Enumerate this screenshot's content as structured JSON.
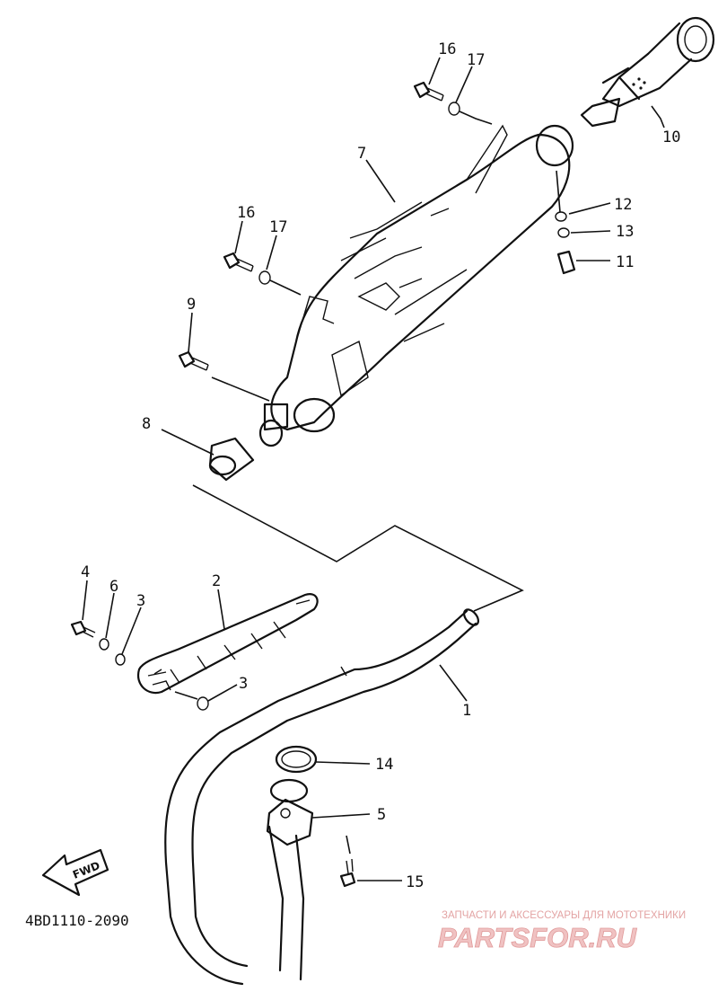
{
  "diagram": {
    "drawing_code": "4BD1110-2090",
    "direction_label": "FWD",
    "callouts": [
      "1",
      "2",
      "3",
      "3",
      "4",
      "5",
      "6",
      "7",
      "8",
      "9",
      "10",
      "11",
      "12",
      "13",
      "14",
      "15",
      "16",
      "16",
      "17",
      "17"
    ]
  },
  "watermark": {
    "tagline": "ЗАПЧАСТИ И АКСЕССУАРЫ ДЛЯ МОТОТЕХНИКИ",
    "brand": "PARTSFOR.RU"
  }
}
